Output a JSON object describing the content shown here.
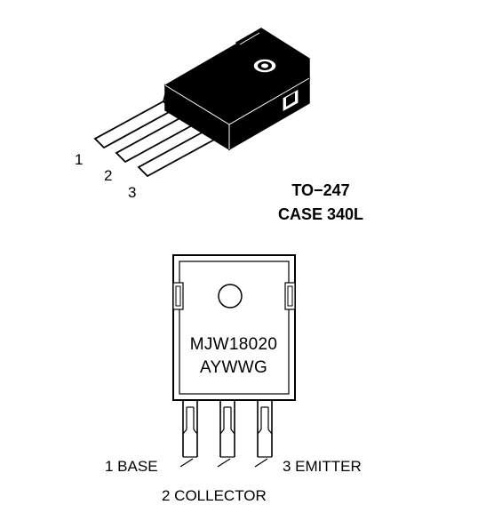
{
  "package": {
    "name": "TO−247",
    "case": "CASE 340L"
  },
  "pin_numbers": [
    "1",
    "2",
    "3"
  ],
  "marking": {
    "line1": "MJW18020",
    "line2": "AYWWG"
  },
  "pins": [
    {
      "label": "1 BASE"
    },
    {
      "label": "2 COLLECTOR"
    },
    {
      "label": "3 EMITTER"
    }
  ],
  "colors": {
    "ink": "#000000",
    "background": "#ffffff"
  }
}
